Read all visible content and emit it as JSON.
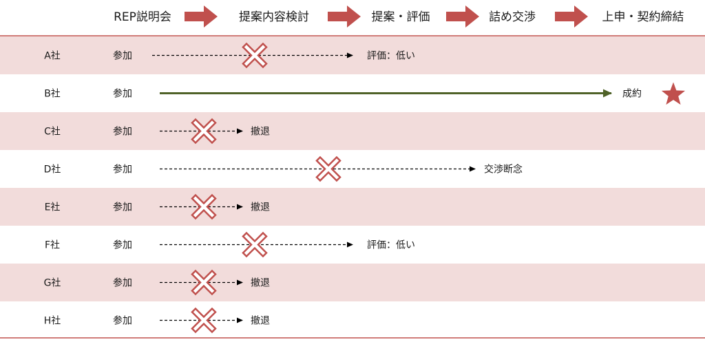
{
  "stages": [
    "REP説明会",
    "提案内容検討",
    "提案・評価",
    "詰め交渉",
    "上申・契約締結"
  ],
  "colors": {
    "stage_arrow": "#c0504d",
    "row_shade": "#f2dcdb",
    "rule_line": "#c0504d",
    "dashed_line": "#000000",
    "success_line": "#4f6228",
    "cross_stroke": "#c0504d",
    "cross_fill": "#ffffff",
    "star": "#c0504d"
  },
  "companies": [
    {
      "name": "A社",
      "status": "参加",
      "outcome": "評価：低い",
      "result": "dropped",
      "dropped_at": "提案内容検討",
      "line_end": "提案・評価"
    },
    {
      "name": "B社",
      "status": "参加",
      "outcome": "成約",
      "result": "won",
      "line_end": "上申・契約締結"
    },
    {
      "name": "C社",
      "status": "参加",
      "outcome": "撤退",
      "result": "dropped",
      "dropped_at": "REP説明会",
      "line_end": "REP説明会"
    },
    {
      "name": "D社",
      "status": "参加",
      "outcome": "交渉断念",
      "result": "dropped",
      "dropped_at": "提案・評価",
      "line_end": "詰め交渉"
    },
    {
      "name": "E社",
      "status": "参加",
      "outcome": "撤退",
      "result": "dropped",
      "dropped_at": "REP説明会",
      "line_end": "REP説明会"
    },
    {
      "name": "F社",
      "status": "参加",
      "outcome": "評価：低い",
      "result": "dropped",
      "dropped_at": "提案内容検討",
      "line_end": "提案・評価"
    },
    {
      "name": "G社",
      "status": "参加",
      "outcome": "撤退",
      "result": "dropped",
      "dropped_at": "REP説明会",
      "line_end": "REP説明会"
    },
    {
      "name": "H社",
      "status": "参加",
      "outcome": "撤退",
      "result": "dropped",
      "dropped_at": "REP説明会",
      "line_end": "REP説明会"
    }
  ]
}
